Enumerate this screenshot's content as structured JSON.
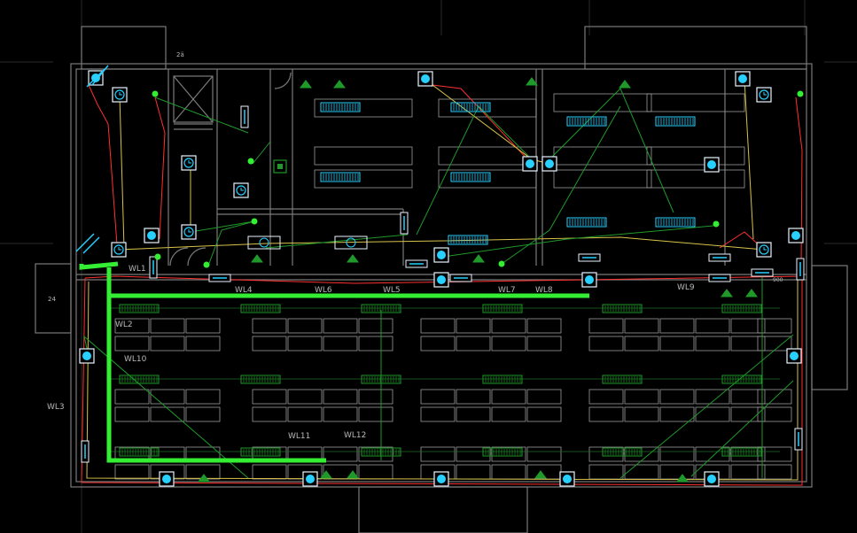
{
  "drawing": {
    "circuit_labels": [
      "WL1",
      "WL2",
      "WL3",
      "WL4",
      "WL5",
      "WL6",
      "WL7",
      "WL8",
      "WL9",
      "WL10",
      "WL11",
      "WL12"
    ],
    "small_texts": [
      "2ä",
      "24",
      "900"
    ],
    "colors": {
      "background": "#000000",
      "walls": "#7a7a7a",
      "furniture": "#9a9a9a",
      "highlight": "#33ee33",
      "wire_red": "#ff3030",
      "wire_yellow": "#d8c24a",
      "wire_green": "#1f9a2a",
      "fixture_cyan": "#28d0ff",
      "fixture_white": "#e8f4ff",
      "dim_green": "#1f6a28",
      "label": "#b8b8b8"
    }
  }
}
